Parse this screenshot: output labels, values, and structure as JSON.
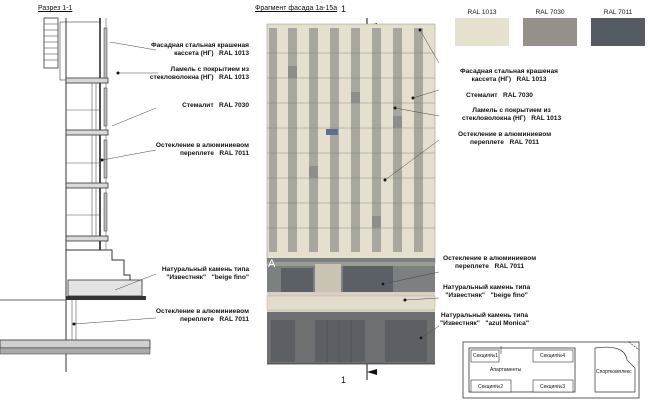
{
  "section": {
    "title": "Разрез 1-1",
    "labels": [
      "Фасадная стальная крашеная\nкассета (НГ)   RAL 1013",
      "Ламель с покрытием из\nстекловолокна (НГ)   RAL 1013",
      "Стемалит   RAL 7030",
      "Остекление в алюминиевом\nпереплете   RAL 7011",
      "Натуральный камень типа\n\"Известняк\"   \"beige fino\"",
      "Остекление в алюминиевом\nпереплете   RAL 7011"
    ]
  },
  "facade": {
    "title": "Фрагмент фасада 1а-15а",
    "axis_top": "1",
    "axis_bottom": "1",
    "marker": "A",
    "labels": [
      "Фасадная стальная крашеная\nкассета (НГ)   RAL 1013",
      "Стемалит   RAL 7030",
      "Ламель с покрытием из\nстекловолокна (НГ)   RAL 1013",
      "Остекление в алюминиевом\nпереплете   RAL 7011",
      "Остекление в алюминиевом\nпереплете   RAL 7011",
      "Натуральный камень типа\n\"Известняк\"   \"beige fino\"",
      "Натуральный камень типа\n\"Известняк\"   \"azul Monica\""
    ]
  },
  "swatches": [
    {
      "name": "RAL 1013",
      "color": "#e7e1cf"
    },
    {
      "name": "RAL 7030",
      "color": "#959189"
    },
    {
      "name": "RAL 7011",
      "color": "#535a62"
    }
  ],
  "plan": {
    "labels": [
      "Секция№1",
      "Секция№4",
      "Апартаменты",
      "Секция№2",
      "Секция№3",
      "Спорткомплекс"
    ]
  }
}
